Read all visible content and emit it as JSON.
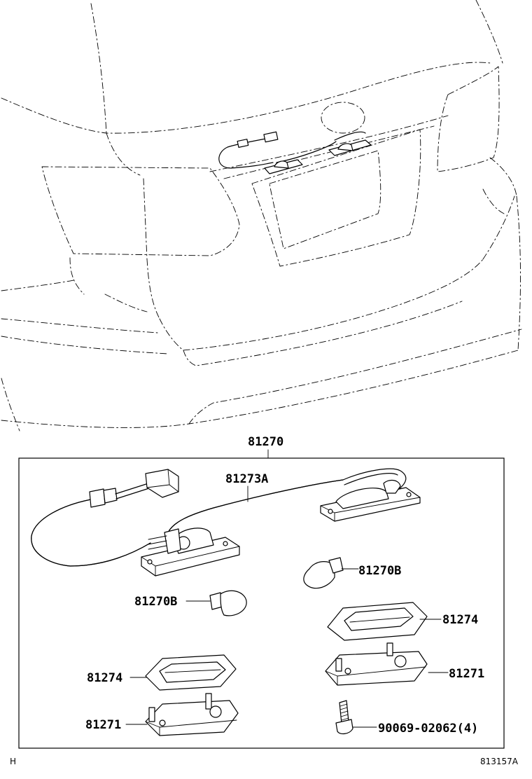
{
  "labels": {
    "assembly": "81270",
    "wire": "81273A",
    "bulb_right": "81270B",
    "bulb_left": "81270B",
    "lens_right": "81274",
    "lens_left": "81274",
    "housing_right": "81271",
    "housing_left": "81271",
    "screw": "90069-02062(4)"
  },
  "footer": {
    "corner_left": "H",
    "diagram_id": "813157A"
  }
}
